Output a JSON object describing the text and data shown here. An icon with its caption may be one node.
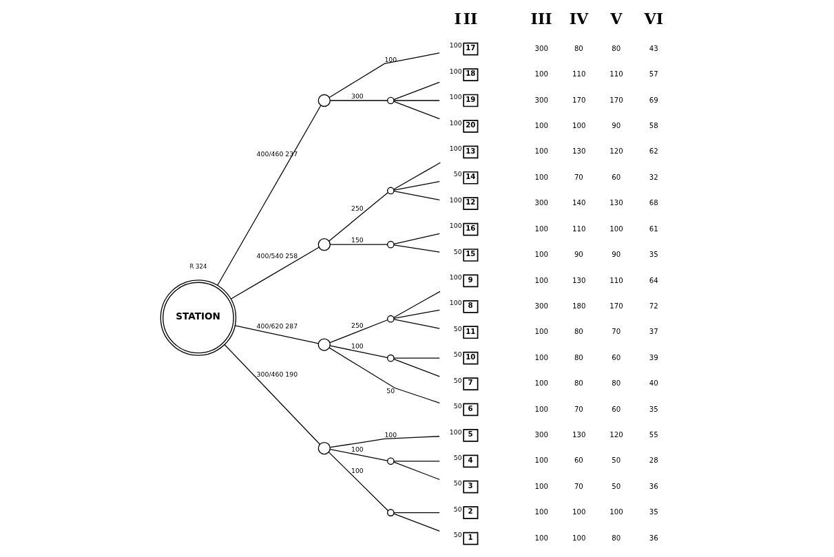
{
  "diagram": {
    "nodes": [
      {
        "text": [
          "STATION"
        ]
      },
      {
        "text": [],
        "shape": "circle"
      },
      {
        "text": [],
        "shape": "circle"
      },
      {
        "text": [],
        "shape": "circle"
      },
      {
        "text": [],
        "shape": "circle"
      },
      {
        "text": [],
        "shape": "circle"
      },
      {
        "text": [],
        "shape": "circle"
      },
      {
        "text": [],
        "shape": "circle"
      },
      {
        "text": [],
        "shape": "circle"
      },
      {
        "text": [],
        "shape": "circle"
      },
      {
        "text": [],
        "shape": "circle"
      },
      {
        "text": [],
        "shape": "circle"
      },
      {
        "text": [
          "17"
        ],
        "beside": [
          "100"
        ]
      },
      {
        "text": [
          "18"
        ],
        "beside": [
          "100"
        ]
      },
      {
        "text": [
          "19"
        ],
        "beside": [
          "100"
        ]
      },
      {
        "text": [
          "20"
        ],
        "beside": [
          "100"
        ]
      },
      {
        "text": [
          "13"
        ],
        "beside": [
          "100"
        ]
      },
      {
        "text": [
          "14"
        ],
        "beside": [
          "50"
        ]
      },
      {
        "text": [
          "12"
        ],
        "beside": [
          "100"
        ]
      },
      {
        "text": [
          "16"
        ],
        "beside": [
          "100"
        ]
      },
      {
        "text": [
          "15"
        ],
        "beside": [
          "50"
        ]
      },
      {
        "text": [
          "9"
        ],
        "beside": [
          "100"
        ]
      },
      {
        "text": [
          "8"
        ],
        "beside": [
          "100"
        ]
      },
      {
        "text": [
          "11"
        ],
        "beside": [
          "50"
        ]
      },
      {
        "text": [
          "10"
        ],
        "beside": [
          "50"
        ]
      },
      {
        "text": [
          "7"
        ],
        "beside": [
          "50"
        ]
      },
      {
        "text": [
          "6"
        ],
        "beside": [
          "50"
        ]
      },
      {
        "text": [
          "5"
        ],
        "beside": [
          "100"
        ]
      },
      {
        "text": [
          "4"
        ],
        "beside": [
          "50"
        ]
      },
      {
        "text": [
          "3"
        ],
        "beside": [
          "50"
        ]
      },
      {
        "text": [
          "2"
        ],
        "beside": [
          "50"
        ]
      },
      {
        "text": [
          "1"
        ],
        "beside": [
          "50"
        ]
      }
    ],
    "edges": [
      {
        "from": 0,
        "to": 1,
        "arrow": "none",
        "label": "400/460 237"
      },
      {
        "from": 0,
        "to": 2,
        "arrow": "none",
        "label": "400/540 258"
      },
      {
        "from": 0,
        "to": 3,
        "arrow": "none",
        "label": "400/620 287"
      },
      {
        "from": 0,
        "to": 4,
        "arrow": "none",
        "label": "300/460 190"
      },
      {
        "from": 1,
        "to": 12,
        "arrow": "none",
        "label": "100"
      },
      {
        "from": 1,
        "to": 5,
        "arrow": "none",
        "label": "300"
      },
      {
        "from": 5,
        "to": 13,
        "arrow": "none"
      },
      {
        "from": 5,
        "to": 14,
        "arrow": "none"
      },
      {
        "from": 5,
        "to": 15,
        "arrow": "none"
      },
      {
        "from": 2,
        "to": 6,
        "arrow": "none",
        "label": "250"
      },
      {
        "from": 2,
        "to": 7,
        "arrow": "none",
        "label": "150"
      },
      {
        "from": 6,
        "to": 16,
        "arrow": "none"
      },
      {
        "from": 6,
        "to": 17,
        "arrow": "none"
      },
      {
        "from": 6,
        "to": 18,
        "arrow": "none"
      },
      {
        "from": 7,
        "to": 19,
        "arrow": "none"
      },
      {
        "from": 7,
        "to": 20,
        "arrow": "none"
      },
      {
        "from": 3,
        "to": 8,
        "arrow": "none",
        "label": "250"
      },
      {
        "from": 3,
        "to": 9,
        "arrow": "none",
        "label": "100"
      },
      {
        "from": 3,
        "to": 26,
        "arrow": "none",
        "label": "50"
      },
      {
        "from": 8,
        "to": 21,
        "arrow": "none"
      },
      {
        "from": 8,
        "to": 22,
        "arrow": "none"
      },
      {
        "from": 8,
        "to": 23,
        "arrow": "none"
      },
      {
        "from": 9,
        "to": 24,
        "arrow": "none"
      },
      {
        "from": 9,
        "to": 25,
        "arrow": "none"
      },
      {
        "from": 4,
        "to": 27,
        "arrow": "none",
        "label": "100"
      },
      {
        "from": 4,
        "to": 10,
        "arrow": "none",
        "label": "100"
      },
      {
        "from": 4,
        "to": 11,
        "arrow": "none",
        "label": "100"
      },
      {
        "from": 10,
        "to": 28,
        "arrow": "none"
      },
      {
        "from": 10,
        "to": 29,
        "arrow": "none"
      },
      {
        "from": 11,
        "to": 30,
        "arrow": "none"
      },
      {
        "from": 11,
        "to": 31,
        "arrow": "none"
      }
    ],
    "labels": [
      "I",
      "II",
      "III",
      "IV",
      "V",
      "VI",
      "300",
      "80",
      "80",
      "43",
      "100",
      "110",
      "110",
      "57",
      "300",
      "170",
      "170",
      "69",
      "100",
      "100",
      "90",
      "58",
      "100",
      "130",
      "120",
      "62",
      "100",
      "70",
      "60",
      "32",
      "300",
      "140",
      "130",
      "68",
      "100",
      "110",
      "100",
      "61",
      "100",
      "90",
      "90",
      "35",
      "100",
      "130",
      "110",
      "64",
      "300",
      "180",
      "170",
      "72",
      "100",
      "80",
      "70",
      "37",
      "100",
      "80",
      "60",
      "39",
      "100",
      "80",
      "80",
      "40",
      "100",
      "70",
      "60",
      "35",
      "300",
      "130",
      "120",
      "55",
      "100",
      "60",
      "50",
      "28",
      "100",
      "70",
      "50",
      "36",
      "100",
      "100",
      "100",
      "35",
      "100",
      "100",
      "80",
      "36",
      "R 324"
    ]
  }
}
